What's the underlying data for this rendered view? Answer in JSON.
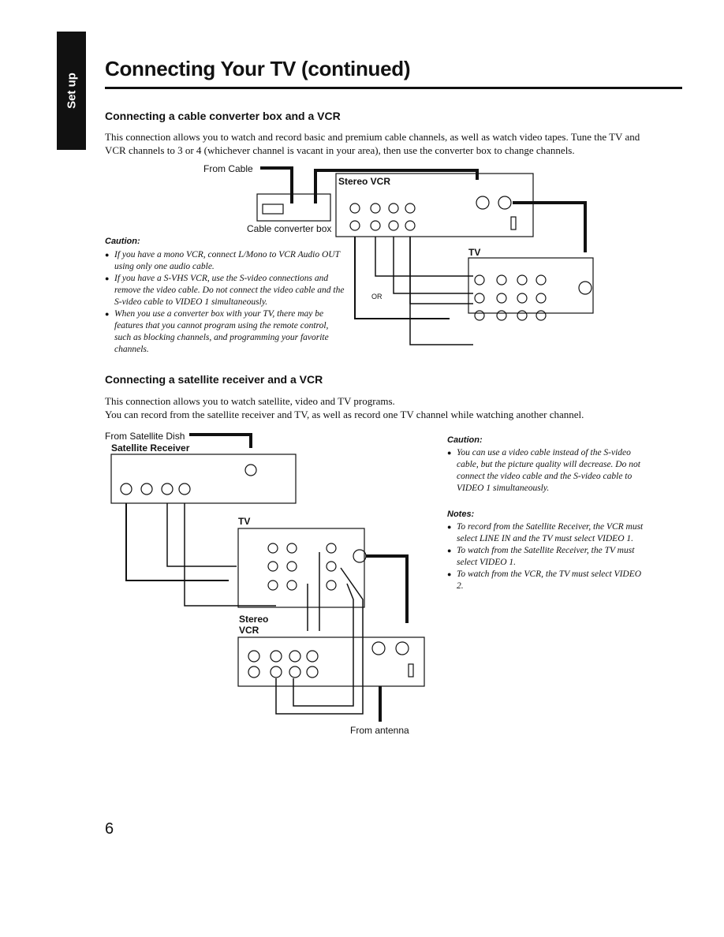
{
  "side_tab": "Set up",
  "title": "Connecting Your TV (continued)",
  "page_number": "6",
  "section1": {
    "heading": "Connecting a cable converter box and a VCR",
    "body": "This connection allows you to watch and record basic and premium cable channels, as well as watch video tapes. Tune the TV and VCR channels to 3 or 4 (whichever channel is vacant in your area), then use the converter box to change channels.",
    "labels": {
      "from_cable": "From Cable",
      "cable_box": "Cable converter box",
      "vcr": "Stereo VCR",
      "tv": "TV",
      "or": "OR"
    },
    "caution_heading": "Caution:",
    "caution_bullets": [
      "If you have a mono VCR, connect L/Mono to VCR Audio OUT using only one audio cable.",
      "If you have a S-VHS VCR, use the S-video connections and remove the video cable. Do not connect the video cable and the S-video cable to VIDEO 1 simultaneously.",
      "When you use a converter box with your TV, there may be features that you cannot program using the remote control, such as blocking channels, and programming your favorite channels."
    ]
  },
  "section2": {
    "heading": "Connecting a satellite receiver and a VCR",
    "body_line1": "This connection allows you to watch satellite, video and TV programs.",
    "body_line2": "You can record from the satellite receiver and TV, as well as record one TV channel while watching another channel.",
    "labels": {
      "from_dish": "From Satellite Dish",
      "receiver": "Satellite Receiver",
      "tv": "TV",
      "vcr": "Stereo VCR",
      "from_antenna": "From antenna"
    },
    "caution_heading": "Caution:",
    "caution_bullets": [
      "You can use a video cable instead of the S-video cable, but the picture quality will decrease. Do not connect the video cable and the S-video cable to VIDEO 1 simultaneously."
    ],
    "notes_heading": "Notes:",
    "notes_bullets": [
      "To record from the Satellite Receiver, the VCR must select LINE IN and the TV must select VIDEO 1.",
      "To watch from the Satellite Receiver, the TV must select VIDEO 1.",
      "To watch from the VCR, the TV must select VIDEO 2."
    ]
  }
}
